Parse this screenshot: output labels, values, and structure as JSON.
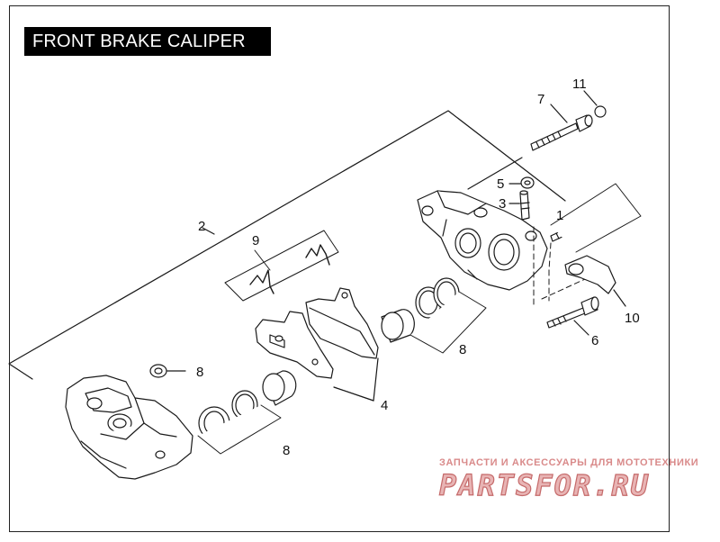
{
  "title": "FRONT BRAKE CALIPER",
  "callouts": [
    {
      "id": "c1",
      "text": "1"
    },
    {
      "id": "c2",
      "text": "2"
    },
    {
      "id": "c3",
      "text": "3"
    },
    {
      "id": "c4",
      "text": "4"
    },
    {
      "id": "c5",
      "text": "5"
    },
    {
      "id": "c6",
      "text": "6"
    },
    {
      "id": "c7",
      "text": "7"
    },
    {
      "id": "c8a",
      "text": "8"
    },
    {
      "id": "c8b",
      "text": "8"
    },
    {
      "id": "c8c",
      "text": "8"
    },
    {
      "id": "c9",
      "text": "9"
    },
    {
      "id": "c10",
      "text": "10"
    },
    {
      "id": "c11",
      "text": "11"
    }
  ],
  "watermark": {
    "caption": "ЗАПЧАСТИ И АКСЕССУАРЫ ДЛЯ МОТОТЕХНИКИ",
    "logo": "PARTSFOR.RU"
  },
  "colors": {
    "line": "#1a1a1a",
    "part_fill": "#ffffff",
    "title_bg": "#000000",
    "title_text": "#ffffff",
    "watermark": "#d98a8a"
  }
}
